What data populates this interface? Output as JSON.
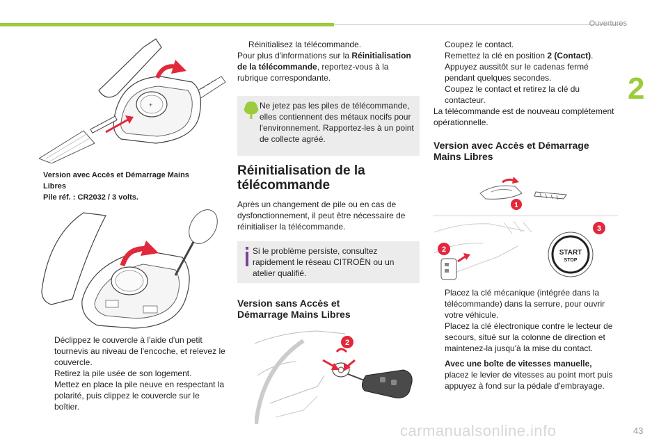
{
  "header": {
    "section_title": "Ouvertures",
    "chapter_number": "2"
  },
  "footer": {
    "page_number": "43",
    "watermark": "carmanualsonline.info"
  },
  "left": {
    "caption_line1": "Version avec Accès et Démarrage Mains",
    "caption_line2": "Libres",
    "caption_line3": "Pile réf. : CR2032 / 3 volts.",
    "bullet_symbol": "",
    "steps": [
      "Déclippez le couvercle à l'aide d'un petit tournevis au niveau de l'encoche, et relevez le couvercle.",
      "Retirez la pile usée de son logement.",
      "Mettez en place la pile neuve en respectant la polarité, puis clippez le couvercle sur le boîtier."
    ]
  },
  "middle": {
    "step_reset": "Réinitialisez la télécommande.",
    "info_prefix": "Pour plus d'informations sur la ",
    "info_bold": "Réinitialisation de la télécommande",
    "info_suffix": ", reportez-vous à la rubrique correspondante.",
    "eco_note": "Ne jetez pas les piles de télécommande, elles contiennent des métaux nocifs pour l'environnement. Rapportez-les à un point de collecte agréé.",
    "reset_title_line1": "Réinitialisation de la",
    "reset_title_line2": "télécommande",
    "reset_body": "Après un changement de pile ou en cas de dysfonctionnement, il peut être nécessaire de réinitialiser la télécommande.",
    "info_note": "Si le problème persiste, consultez rapidement le réseau CITROËN ou un atelier qualifié.",
    "without_title_line1": "Version sans Accès et",
    "without_title_line2": "Démarrage Mains Libres",
    "badge_2": "2"
  },
  "right": {
    "steps_top": [
      {
        "prefix": "Coupez le contact.",
        "bold": "",
        "suffix": ""
      },
      {
        "prefix": "Remettez la clé en position ",
        "bold": "2 (Contact)",
        "suffix": "."
      },
      {
        "prefix": "Appuyez aussitôt sur le cadenas fermé pendant quelques secondes.",
        "bold": "",
        "suffix": ""
      },
      {
        "prefix": "Coupez le contact et retirez la clé du contacteur.",
        "bold": "",
        "suffix": ""
      }
    ],
    "operational": "La télécommande est de nouveau complètement opérationnelle.",
    "with_title_line1": "Version avec Accès et Démarrage",
    "with_title_line2": "Mains Libres",
    "badge_1": "1",
    "badge_2": "2",
    "badge_3": "3",
    "start_label": "START",
    "stop_label": "STOP",
    "steps_bottom": [
      "Placez la clé mécanique (intégrée dans la télécommande) dans la serrure, pour ouvrir votre véhicule.",
      "Placez la clé électronique contre le lecteur de secours, situé sur la colonne de direction et maintenez-la jusqu'à la mise du contact."
    ],
    "manual_bold": "Avec une boîte de vitesses manuelle,",
    "manual_rest": "placez le levier de vitesses au point mort puis appuyez à fond sur la pédale d'embrayage."
  }
}
